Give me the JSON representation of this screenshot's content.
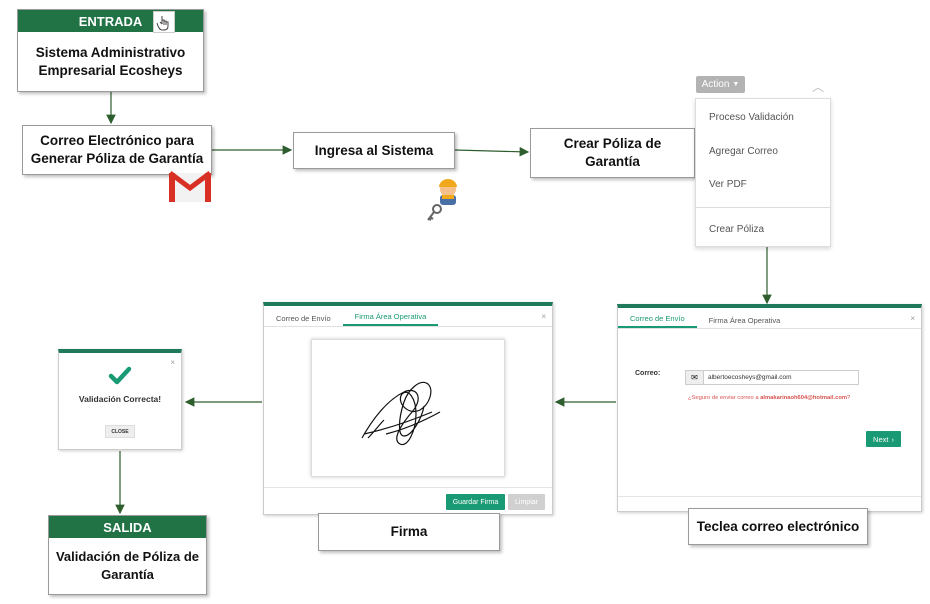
{
  "entrada": {
    "header": "ENTRADA",
    "text_line1": "Sistema Administrativo",
    "text_line2": "Empresarial Ecosheys"
  },
  "correo_box": {
    "line1": "Correo Electrónico para",
    "line2": "Generar Póliza de Garantía"
  },
  "ingresa_box": {
    "text": "Ingresa al Sistema"
  },
  "crear_box": {
    "line1": "Crear Póliza de",
    "line2": "Garantía"
  },
  "action_menu": {
    "button_label": "Action",
    "items": [
      "Proceso Validación",
      "Agregar Correo",
      "Ver PDF",
      "Crear Póliza"
    ]
  },
  "email_dialog": {
    "tabs": [
      "Correo de Envío",
      "Firma Área Operativa"
    ],
    "field_label": "Correo:",
    "field_value": "albertoecosheys@gmail.com",
    "confirm_prefix": "¿Seguro de enviar correo a ",
    "confirm_email": "almakarinaoh604@hotmail.com",
    "confirm_suffix": "?",
    "next_button": "Next",
    "close_symbol": "×"
  },
  "teclea_box": {
    "text": "Teclea correo electrónico"
  },
  "firma_dialog": {
    "tabs": [
      "Correo de Envío",
      "Firma Área Operativa"
    ],
    "save_button": "Guardar Firma",
    "clear_button": "Limpiar",
    "close_symbol": "×"
  },
  "firma_box": {
    "text": "Firma"
  },
  "validacion_dialog": {
    "message": "Validación Correcta!",
    "close_button": "CLOSE",
    "close_symbol": "×"
  },
  "salida": {
    "header": "SALIDA",
    "line1": "Validación de Póliza de",
    "line2": "Garantía"
  },
  "colors": {
    "excel_green": "#217346",
    "teal": "#1a9a74",
    "arrow": "#2e5e2e",
    "error_red": "#d9534f"
  }
}
